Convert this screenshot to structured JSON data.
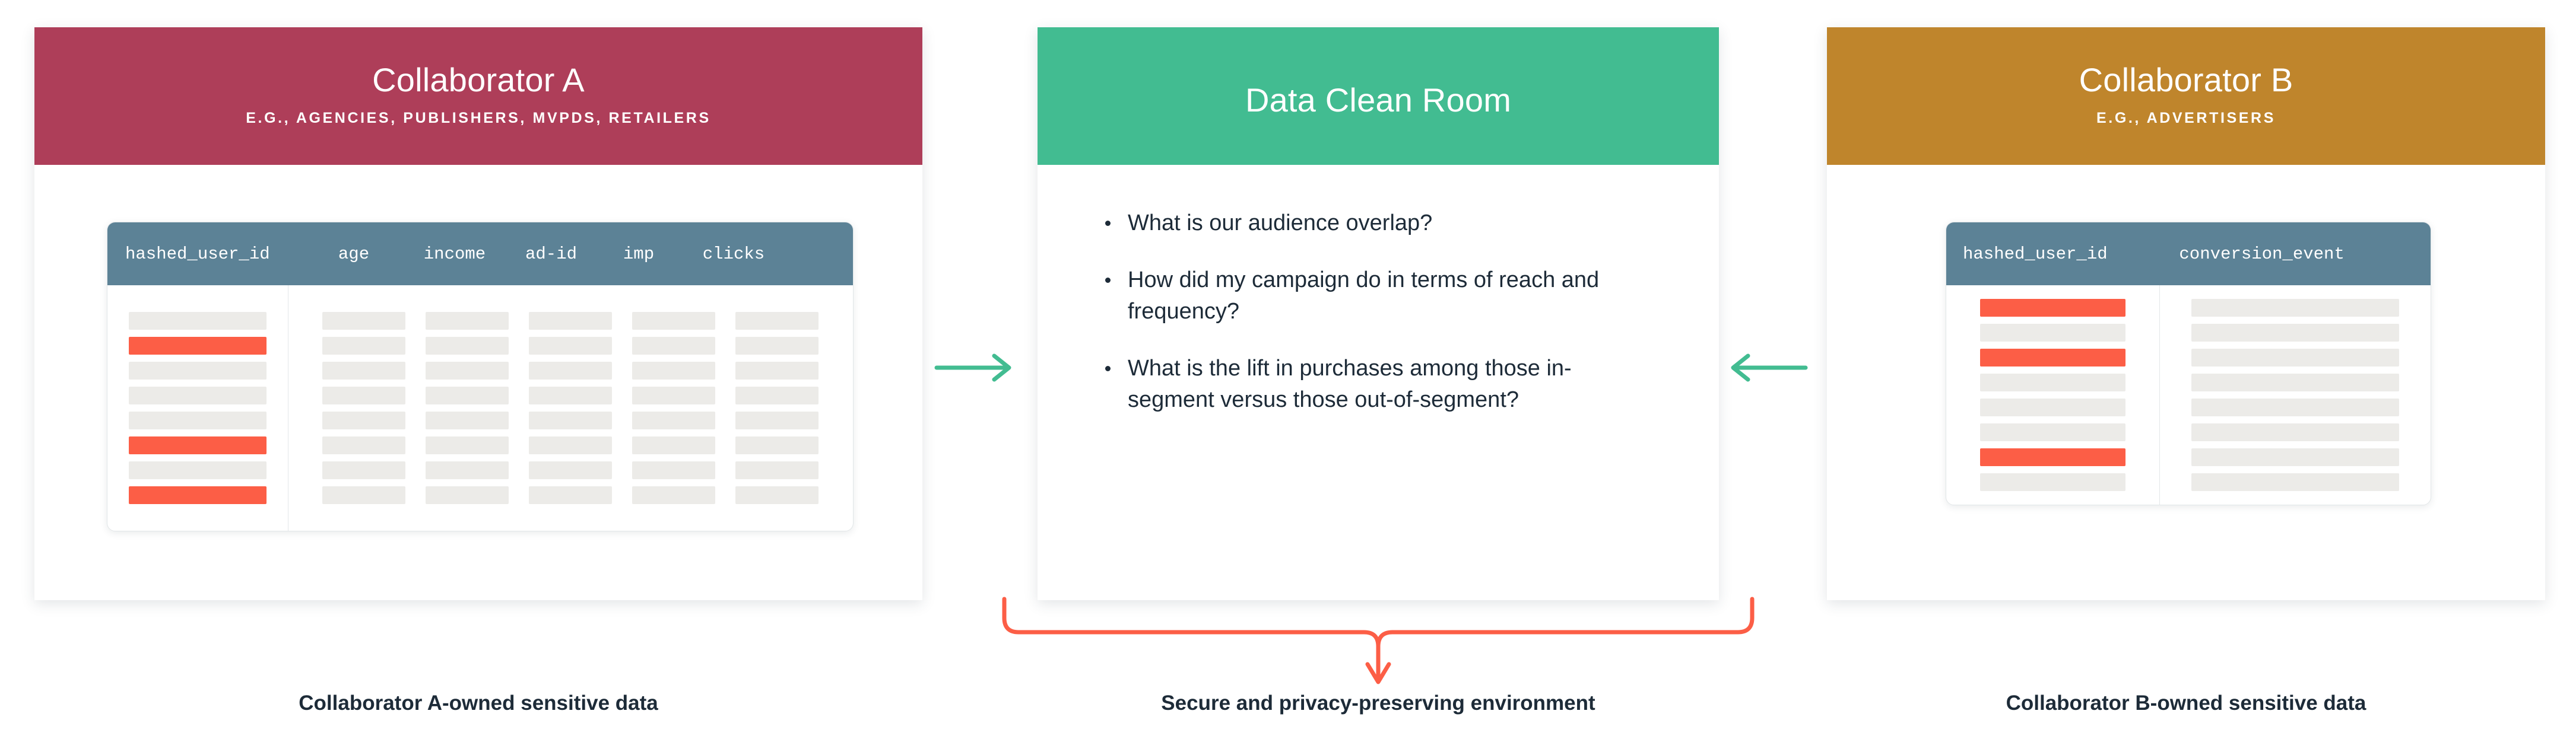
{
  "colors": {
    "collaborator_a_header": "#AE3E59",
    "clean_room_header": "#42BC91",
    "collaborator_b_header": "#BF852C",
    "table_header": "#5C8296",
    "highlight_row": "#FC5E46",
    "placeholder_bar": "#ECEBE8",
    "arrow_green": "#42BC91",
    "bracket_orange": "#FC5E46",
    "text_dark": "#1D2B38"
  },
  "panels": {
    "collaborator_a": {
      "title": "Collaborator A",
      "subtitle": "E.G., AGENCIES, PUBLISHERS, MVPDS, RETAILERS",
      "caption": "Collaborator A-owned sensitive data",
      "table": {
        "columns": [
          "hashed_user_id",
          "age",
          "income",
          "ad-id",
          "imp",
          "clicks"
        ],
        "row_count": 8,
        "highlighted_rows": [
          2,
          6,
          8
        ]
      }
    },
    "data_clean_room": {
      "title": "Data Clean Room",
      "caption": "Secure and privacy-preserving environment",
      "questions": [
        "What is our audience overlap?",
        "How did my campaign do in terms of reach and frequency?",
        "What is the lift in purchases among those in-segment versus those out-of-segment?"
      ]
    },
    "collaborator_b": {
      "title": "Collaborator B",
      "subtitle": "E.G., ADVERTISERS",
      "caption": "Collaborator B-owned sensitive data",
      "table": {
        "columns": [
          "hashed_user_id",
          "conversion_event"
        ],
        "row_count": 8,
        "highlighted_rows": [
          1,
          3,
          7
        ]
      }
    }
  },
  "connectors": {
    "left_to_center": "arrow-right-icon",
    "right_to_center": "arrow-left-icon",
    "center_down": "bracket-down-arrow-icon"
  }
}
